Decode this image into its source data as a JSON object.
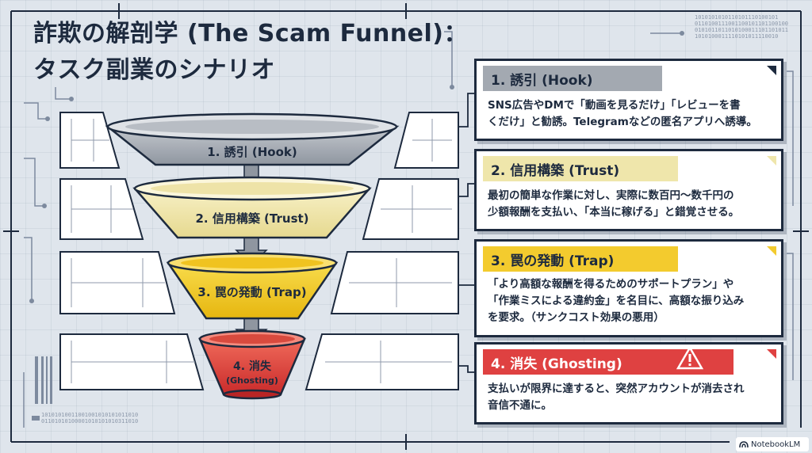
{
  "title": {
    "line1": "詐欺の解剖学 (The Scam Funnel)：",
    "line2": "タスク副業のシナリオ"
  },
  "funnel": [
    {
      "label": "1. 誘引 (Hook)"
    },
    {
      "label": "2. 信用構築 (Trust)"
    },
    {
      "label": "3. 罠の発動 (Trap)"
    },
    {
      "label_line1": "4. 消失",
      "label_line2": "(Ghosting)"
    }
  ],
  "cards": [
    {
      "heading": "1. 誘引 (Hook)",
      "body": [
        "SNS広告やDMで「動画を見るだけ」「レビューを書",
        "くだけ」と勧誘。Telegramなどの匿名アプリへ誘導。"
      ]
    },
    {
      "heading": "2. 信用構築 (Trust)",
      "body": [
        "最初の簡単な作業に対し、実際に数百円〜数千円の",
        "少額報酬を支払い、「本当に稼げる」と錯覚させる。"
      ]
    },
    {
      "heading": "3. 罠の発動 (Trap)",
      "body": [
        "「より高額な報酬を得るためのサポートプラン」や",
        "「作業ミスによる違約金」を名目に、高額な振り込み",
        "を要求。（サンクコスト効果の悪用）"
      ]
    },
    {
      "heading": "4. 消失 (Ghosting)",
      "body": [
        "支払いが限界に達すると、突然アカウントが消去され",
        "音信不通に。"
      ]
    }
  ],
  "binary": {
    "top_right": "1010101010110101110100101\n0110100111001100101101100100\n0101011011010100011101101011\n1010100011110101011110010",
    "bottom_left": "10101010011001001010101011010\n01101010100001010101010311010"
  },
  "badge": {
    "text": "NotebookLM"
  },
  "colors": {
    "ink": "#1d2a3e",
    "hook": "#a3a9b1",
    "trust": "#efe6ab",
    "trap": "#f3cb2e",
    "ghost": "#df4141",
    "background": "#dfe5ec"
  },
  "icons": {
    "warning": "warning-triangle-icon",
    "logo": "notebooklm-logo-icon"
  }
}
